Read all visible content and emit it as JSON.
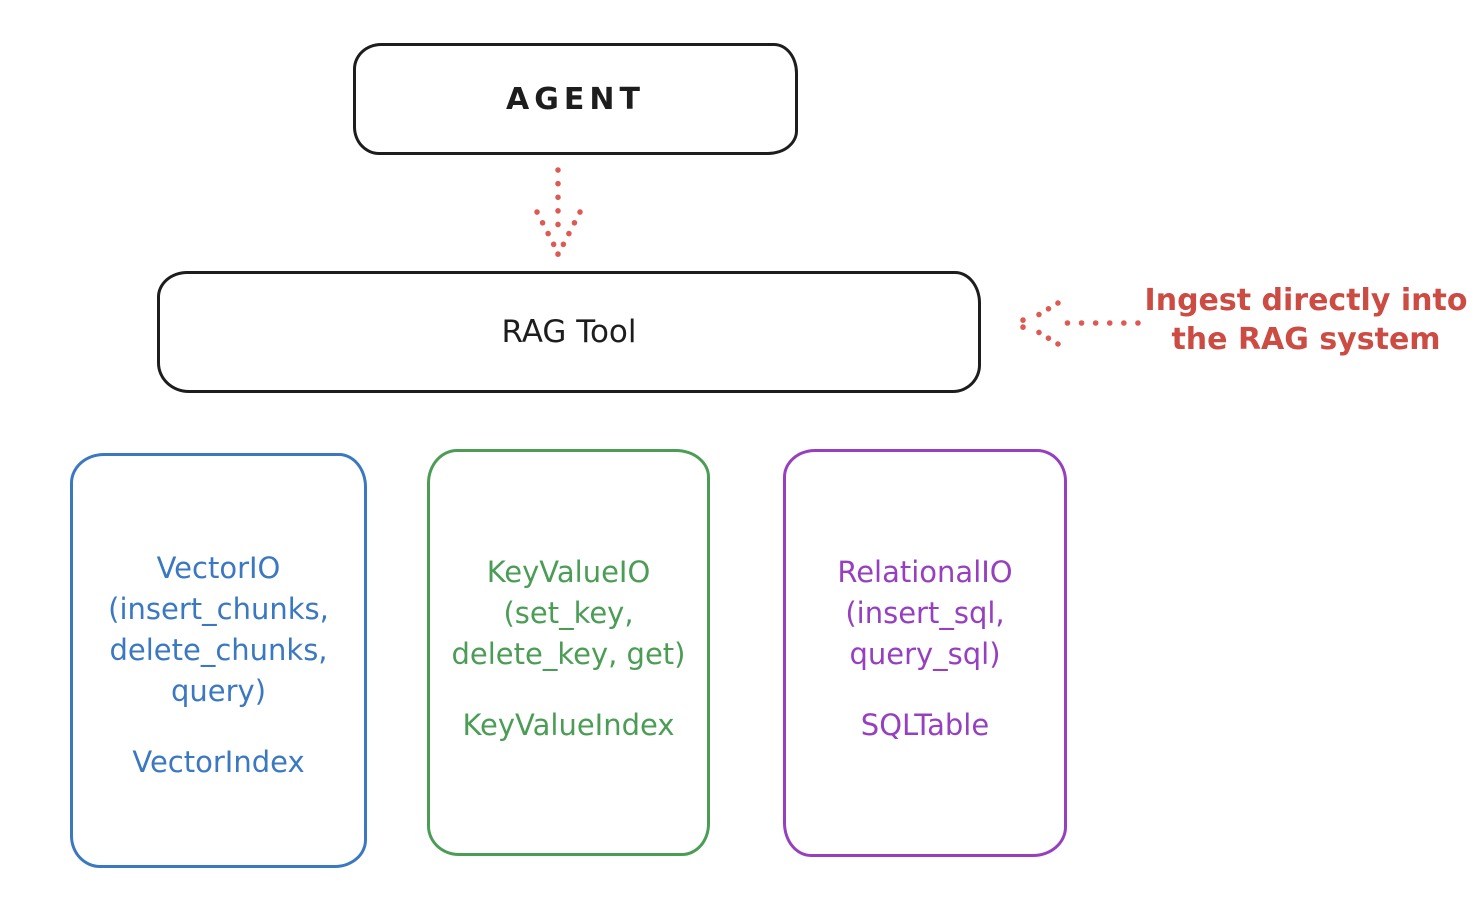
{
  "agent_box": {
    "label": "AGENT"
  },
  "rag_tool_box": {
    "label": "RAG Tool"
  },
  "annotation": {
    "line1": "Ingest directly into",
    "line2": "the RAG system"
  },
  "stores": [
    {
      "id": "vector-io",
      "accent_color": "#3b78c2",
      "io_lines": [
        "VectorIO",
        "(insert_chunks,",
        "delete_chunks,",
        "query)"
      ],
      "index_label": "VectorIndex"
    },
    {
      "id": "keyvalue-io",
      "accent_color": "#4b9d55",
      "io_lines": [
        "KeyValueIO",
        "(set_key,",
        "delete_key, get)"
      ],
      "index_label": "KeyValueIndex"
    },
    {
      "id": "relational-io",
      "accent_color": "#9640bf",
      "io_lines": [
        "RelationalIO",
        "(insert_sql,",
        "query_sql)"
      ],
      "index_label": "SQLTable"
    }
  ],
  "colors": {
    "ink": "#1d1d1d",
    "annotation_red": "#cc4b42",
    "arrow_red": "#dd5a52",
    "vector_blue": "#3b78c2",
    "keyvalue_green": "#4b9d55",
    "relational_purple": "#9640bf",
    "background": "#ffffff"
  }
}
